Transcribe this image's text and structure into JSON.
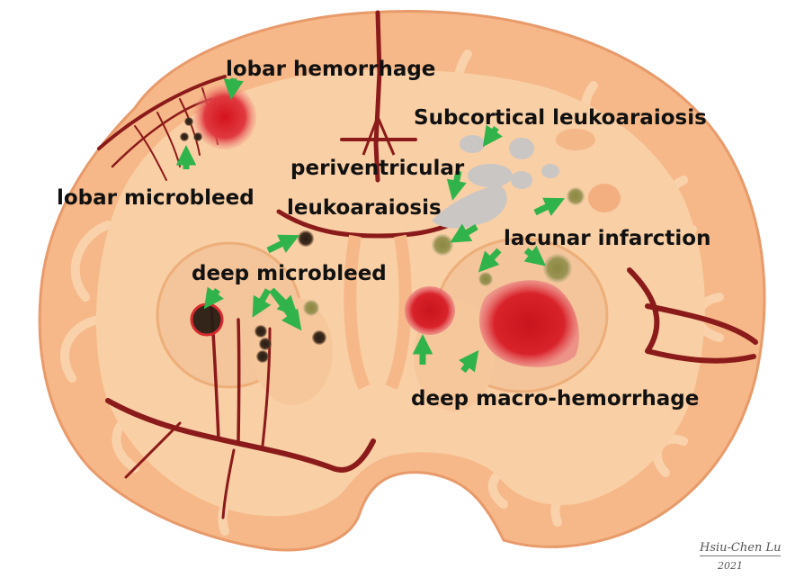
{
  "labels": {
    "lobar_hemorrhage": "lobar hemorrhage",
    "subcortical_leukoaraiosis": "Subcortical leukoaraiosis",
    "periventricular_line1": "periventricular",
    "periventricular_line2": "leukoaraiosis",
    "lobar_microbleed": "lobar microbleed",
    "lacunar_infarction": "lacunar infarction",
    "deep_microbleed": "deep microbleed",
    "deep_macro_hemorrhage": "deep macro-hemorrhage"
  },
  "signature": {
    "name": "Hsiu-Chen Lu",
    "year": "2021"
  },
  "colors": {
    "outer_cortex": "#f6b888",
    "inner_tissue": "#f9cfa5",
    "deep_structure": "#f4c49a",
    "vessel": "#8b1a1a",
    "hemorrhage": "#d6222a",
    "microbleed": "#3a2a1e",
    "leukoaraiosis": "#c9c6c4",
    "lacune": "#8a8a40",
    "arrow": "#2fb34a"
  }
}
